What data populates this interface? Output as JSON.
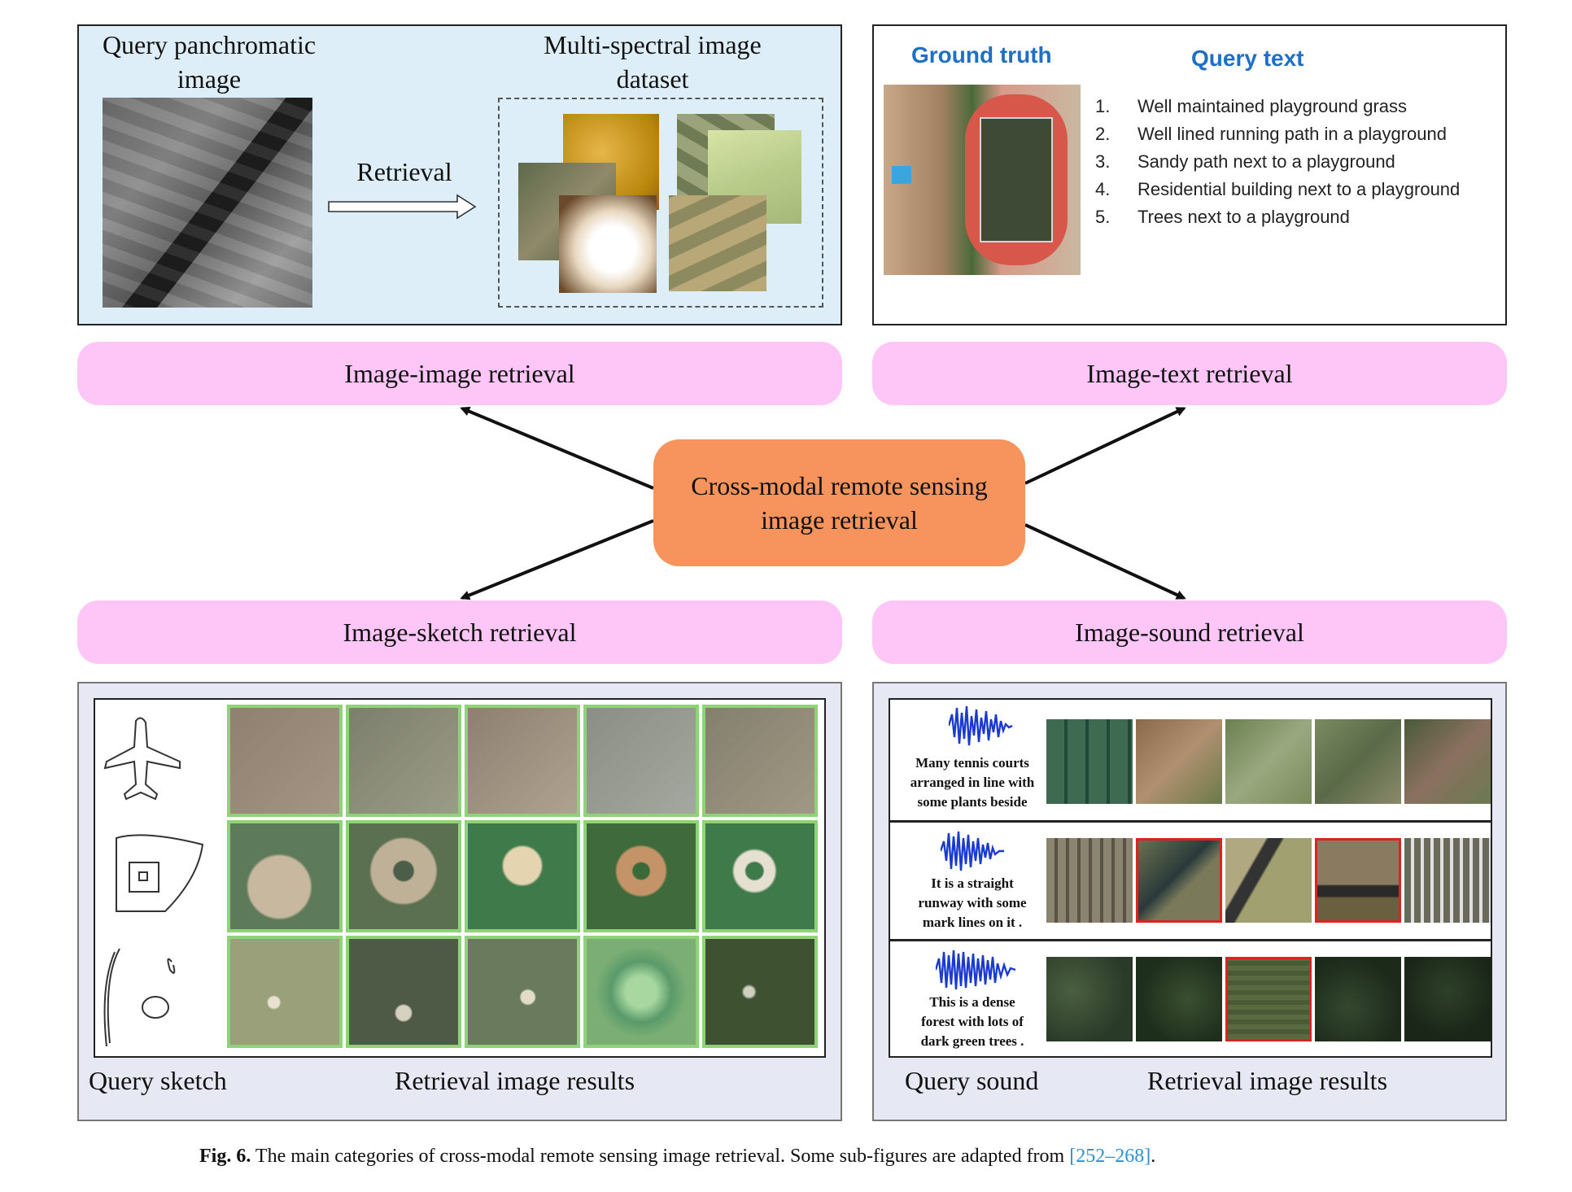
{
  "center": {
    "line1": "Cross-modal remote sensing",
    "line2": "image retrieval"
  },
  "categories": {
    "image_image": "Image-image retrieval",
    "image_text": "Image-text retrieval",
    "image_sketch": "Image-sketch retrieval",
    "image_sound": "Image-sound retrieval"
  },
  "panel_tl": {
    "query_line1": "Query panchromatic",
    "query_line2": "image",
    "dataset_line1": "Multi-spectral image",
    "dataset_line2": "dataset",
    "arrow_label": "Retrieval"
  },
  "panel_tr": {
    "ground_truth": "Ground truth",
    "query_text": "Query text",
    "items": [
      {
        "num": "1.",
        "text": "Well maintained playground grass"
      },
      {
        "num": "2.",
        "text": "Well lined running path in a playground"
      },
      {
        "num": "3.",
        "text": "Sandy path next to a playground"
      },
      {
        "num": "4.",
        "text": "Residential building next to a playground"
      },
      {
        "num": "5.",
        "text": "Trees next to a playground"
      }
    ]
  },
  "panel_bl": {
    "query_label": "Query sketch",
    "results_label": "Retrieval image results"
  },
  "panel_br": {
    "query_label": "Query sound",
    "results_label": "Retrieval image results",
    "captions": [
      [
        "Many tennis courts",
        "arranged in line with",
        "some plants beside"
      ],
      [
        "It is a straight",
        "runway with some",
        "mark lines on it ."
      ],
      [
        "This is a dense",
        "forest with lots of",
        "dark green trees ."
      ]
    ]
  },
  "caption": {
    "fig": "Fig. 6.",
    "text": "The main categories of cross-modal remote sensing image retrieval. Some sub-figures are adapted from",
    "ref": "[252–268]",
    "end": "."
  },
  "colors": {
    "pill": "#fdc6f7",
    "center": "#f7945e",
    "panel_bg": "#deeef8",
    "bottom_bg": "#e6e8f3",
    "link": "#2f8fd0",
    "title_blue": "#1f6fc4"
  }
}
